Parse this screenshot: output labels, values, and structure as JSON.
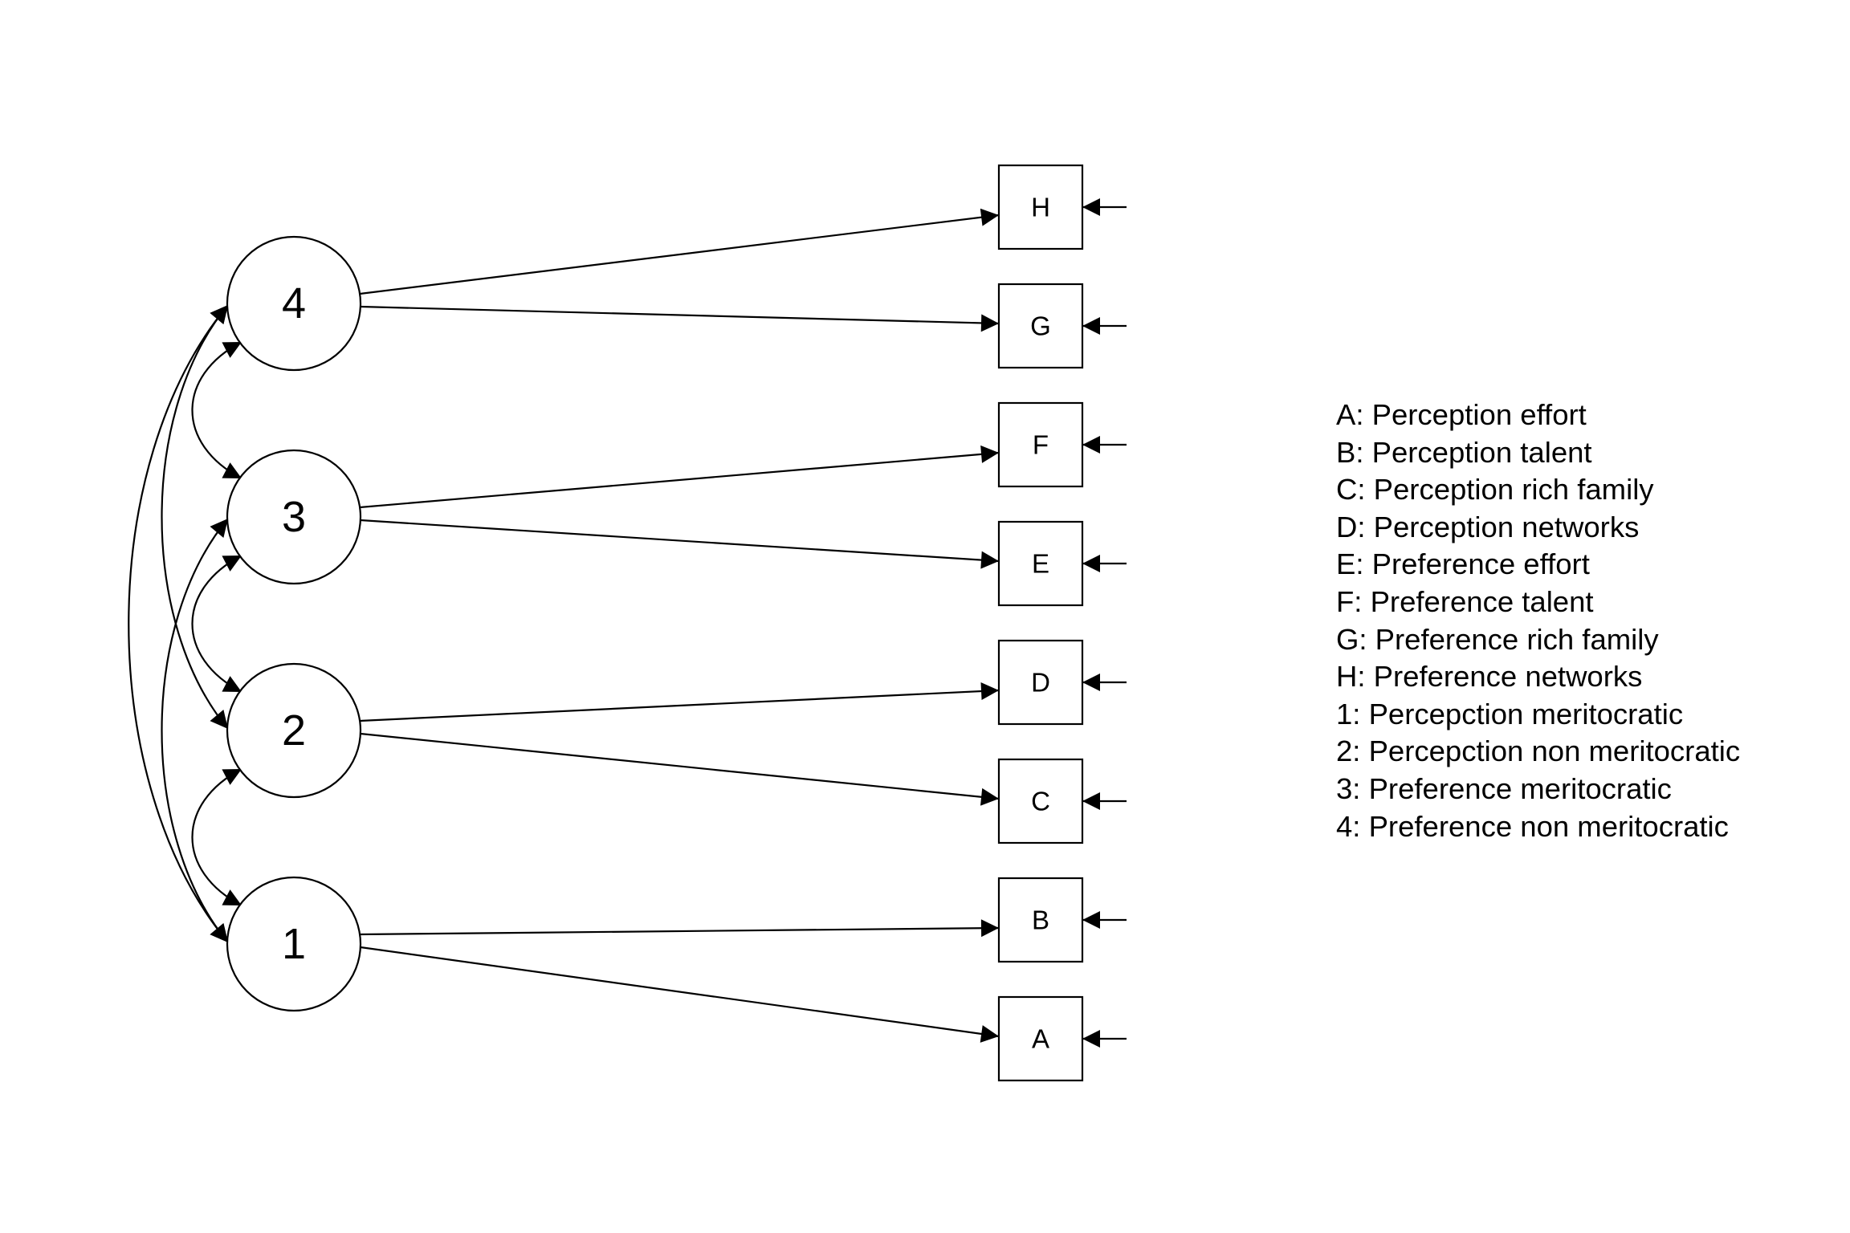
{
  "latents": [
    {
      "id": "4",
      "label": "4"
    },
    {
      "id": "3",
      "label": "3"
    },
    {
      "id": "2",
      "label": "2"
    },
    {
      "id": "1",
      "label": "1"
    }
  ],
  "indicators": [
    {
      "id": "H",
      "label": "H"
    },
    {
      "id": "G",
      "label": "G"
    },
    {
      "id": "F",
      "label": "F"
    },
    {
      "id": "E",
      "label": "E"
    },
    {
      "id": "D",
      "label": "D"
    },
    {
      "id": "C",
      "label": "C"
    },
    {
      "id": "B",
      "label": "B"
    },
    {
      "id": "A",
      "label": "A"
    }
  ],
  "loadings": [
    {
      "from": "4",
      "to": "H"
    },
    {
      "from": "4",
      "to": "G"
    },
    {
      "from": "3",
      "to": "F"
    },
    {
      "from": "3",
      "to": "E"
    },
    {
      "from": "2",
      "to": "D"
    },
    {
      "from": "2",
      "to": "C"
    },
    {
      "from": "1",
      "to": "B"
    },
    {
      "from": "1",
      "to": "A"
    }
  ],
  "covariances": [
    {
      "between": [
        "4",
        "3"
      ]
    },
    {
      "between": [
        "3",
        "2"
      ]
    },
    {
      "between": [
        "2",
        "1"
      ]
    },
    {
      "between": [
        "4",
        "2"
      ]
    },
    {
      "between": [
        "3",
        "1"
      ]
    },
    {
      "between": [
        "4",
        "1"
      ]
    }
  ],
  "legend": [
    "A: Perception effort",
    "B: Perception talent",
    "C: Perception rich family",
    "D: Perception networks",
    "E: Preference effort",
    "F: Preference talent",
    "G: Preference rich family",
    "H: Preference networks",
    "1: Percepction meritocratic",
    "2: Percepction non meritocratic",
    "3: Preference meritocratic",
    "4: Preference non meritocratic"
  ]
}
